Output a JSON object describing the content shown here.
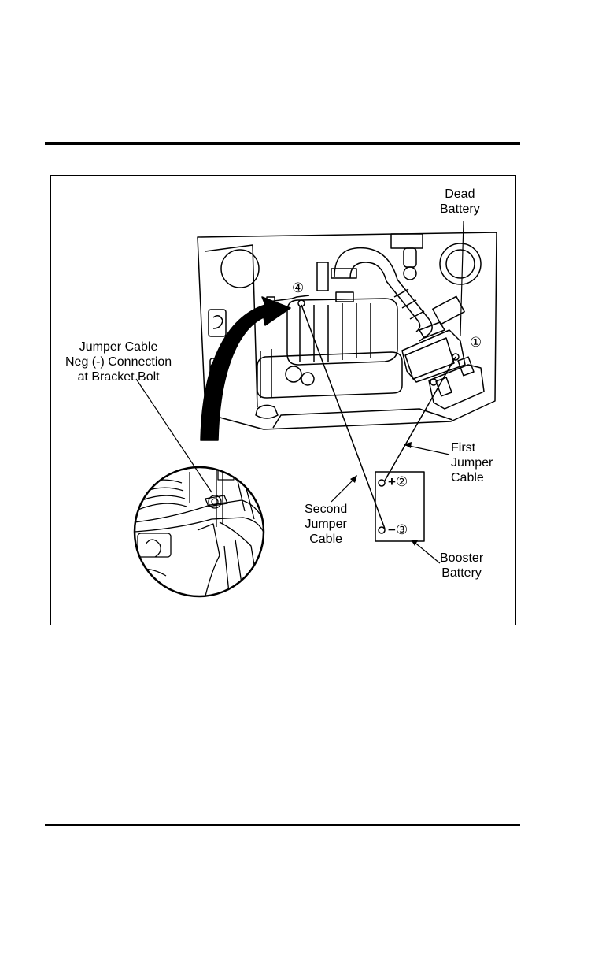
{
  "labels": {
    "dead_battery": [
      "Dead",
      "Battery"
    ],
    "neg_connection": [
      "Jumper Cable",
      "Neg (-) Connection",
      "at Bracket Bolt"
    ],
    "first_cable": [
      "First",
      "Jumper",
      "Cable"
    ],
    "second_cable": [
      "Second",
      "Jumper",
      "Cable"
    ],
    "booster_battery": [
      "Booster",
      "Battery"
    ]
  },
  "markers": {
    "step1": "①",
    "step2": "②",
    "step3": "③",
    "step4": "④",
    "plus": "+",
    "minus": "−"
  }
}
